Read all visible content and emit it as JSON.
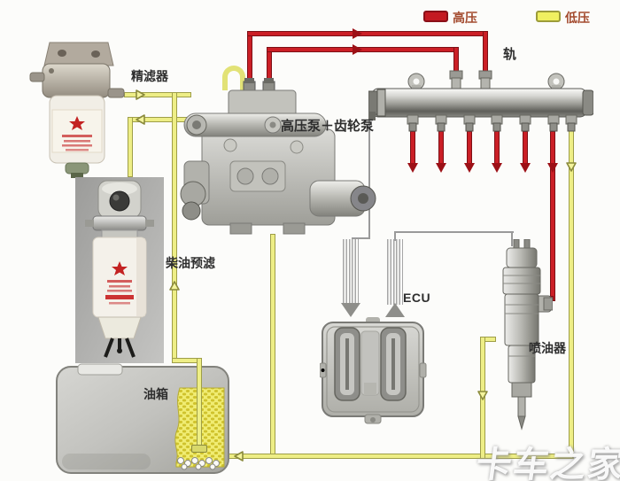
{
  "legend": {
    "high_pressure": {
      "label": "高压",
      "color": "#c41a22"
    },
    "low_pressure": {
      "label": "低压",
      "color": "#f0f060"
    }
  },
  "labels": {
    "fine_filter": "精滤器",
    "pre_filter": "柴油预滤",
    "pump": "高压泵＋齿轮泵",
    "rail": "轨",
    "ecu": "ECU",
    "injector": "喷油器",
    "tank": "油箱"
  },
  "watermark": "卡车之家",
  "colors": {
    "high_pressure_line": "#c41a22",
    "low_pressure_line": "#eeee86",
    "signal_wire": "#9a9a9a",
    "background": "#fcfcfa"
  }
}
